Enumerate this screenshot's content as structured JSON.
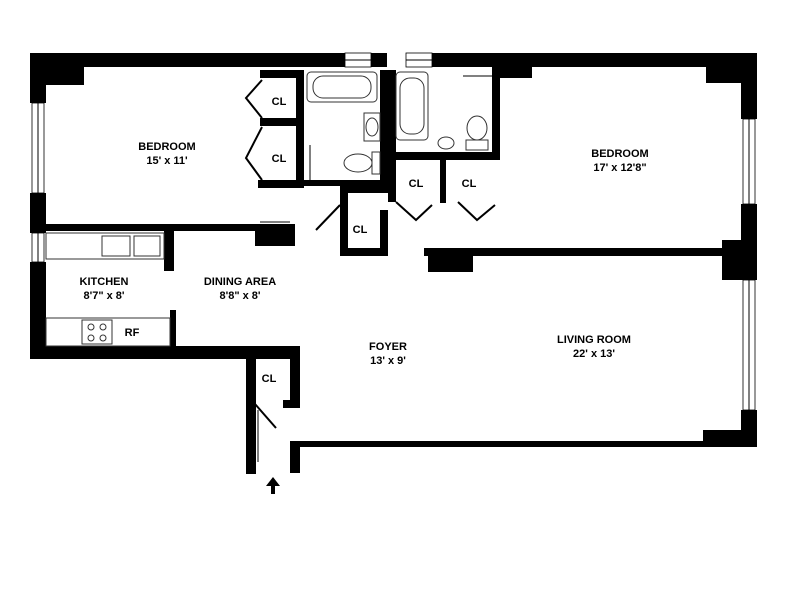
{
  "rooms": {
    "bedroom_left": {
      "name": "BEDROOM",
      "dims": "15' x 11'"
    },
    "bedroom_right": {
      "name": "BEDROOM",
      "dims": "17' x 12'8\""
    },
    "kitchen": {
      "name": "KITCHEN",
      "dims": "8'7\" x 8'"
    },
    "dining": {
      "name": "DINING AREA",
      "dims": "8'8\" x 8'"
    },
    "foyer": {
      "name": "FOYER",
      "dims": "13' x 9'"
    },
    "living": {
      "name": "LIVING ROOM",
      "dims": "22' x 13'"
    }
  },
  "closets": {
    "cl1": "CL",
    "cl2": "CL",
    "cl3": "CL",
    "cl4": "CL",
    "cl5": "CL",
    "cl6": "CL"
  },
  "appliances": {
    "refrigerator": "RF"
  },
  "entry": {
    "icon": "entry-arrow-icon"
  }
}
